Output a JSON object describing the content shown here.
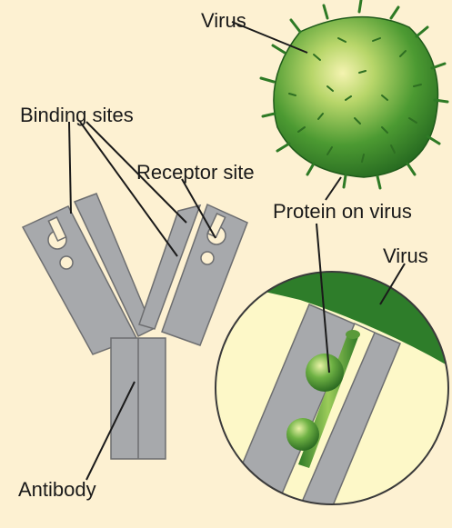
{
  "labels": {
    "virus_top": "Virus",
    "binding_sites": "Binding sites",
    "receptor_site": "Receptor site",
    "protein_on_virus": "Protein on virus",
    "virus_zoom": "Virus",
    "antibody": "Antibody"
  },
  "colors": {
    "background": "#fdf1d2",
    "antibody_gray": "#a7a9ac",
    "antibody_outline": "#6d6e70",
    "virus_green": "#3f8a2c",
    "virus_dark": "#1f5a1a",
    "zoom_fill": "#fdf8c8"
  },
  "icons": [
    "antibody-y-shape",
    "virus-particle",
    "magnified-binding-circle"
  ]
}
